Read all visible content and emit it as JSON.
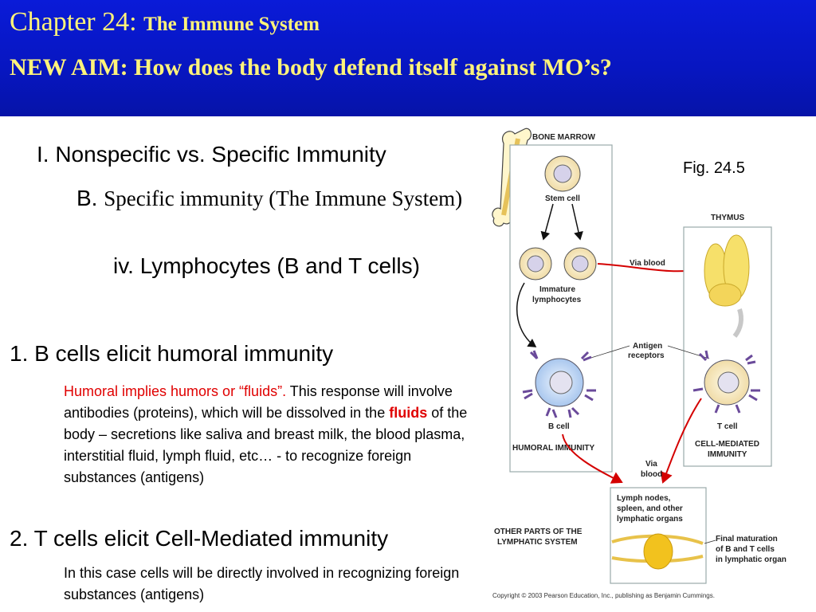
{
  "header": {
    "chapter": "Chapter 24:",
    "chapter_subtitle": "The Immune System",
    "aim": "NEW AIM: How does the body defend itself against MO’s?"
  },
  "outline": {
    "section": "I. Nonspecific vs. Specific Immunity",
    "sub_letter": "B.",
    "sub_text": "Specific immunity (The Immune System)",
    "subsub": "iv. Lymphocytes (B and T cells)"
  },
  "point1": {
    "heading": "1. B cells elicit humoral immunity",
    "red_intro": "Humoral implies humors or “fluids”.",
    "text_a": " This response will involve antibodies (proteins), which will be dissolved in the ",
    "emph": "fluids",
    "text_b": " of the body – secretions like saliva and breast milk, the blood plasma, interstitial fluid, lymph fluid, etc…  - to recognize foreign substances (antigens)"
  },
  "point2": {
    "heading": "2. T cells elicit Cell-Mediated immunity",
    "text": "In this case cells will be directly involved in recognizing foreign substances (antigens)"
  },
  "figure": {
    "fig_label": "Fig. 24.5",
    "bone_marrow": "BONE MARROW",
    "stem_cell": "Stem cell",
    "immature_1": "Immature",
    "immature_2": "lymphocytes",
    "via_blood_top": "Via blood",
    "thymus": "THYMUS",
    "antigen_1": "Antigen",
    "antigen_2": "receptors",
    "b_cell": "B cell",
    "t_cell": "T cell",
    "humoral": "HUMORAL IMMUNITY",
    "cm_1": "CELL-MEDIATED",
    "cm_2": "IMMUNITY",
    "via_1": "Via",
    "via_2": "blood",
    "lymph_1": "Lymph nodes,",
    "lymph_2": "spleen, and other",
    "lymph_3": "lymphatic organs",
    "other_1": "OTHER PARTS OF THE",
    "other_2": "LYMPHATIC SYSTEM",
    "final_1": "Final maturation",
    "final_2": "of B and T cells",
    "final_3": "in lymphatic organ",
    "copyright": "Copyright © 2003 Pearson Education, Inc., publishing as Benjamin Cummings."
  }
}
